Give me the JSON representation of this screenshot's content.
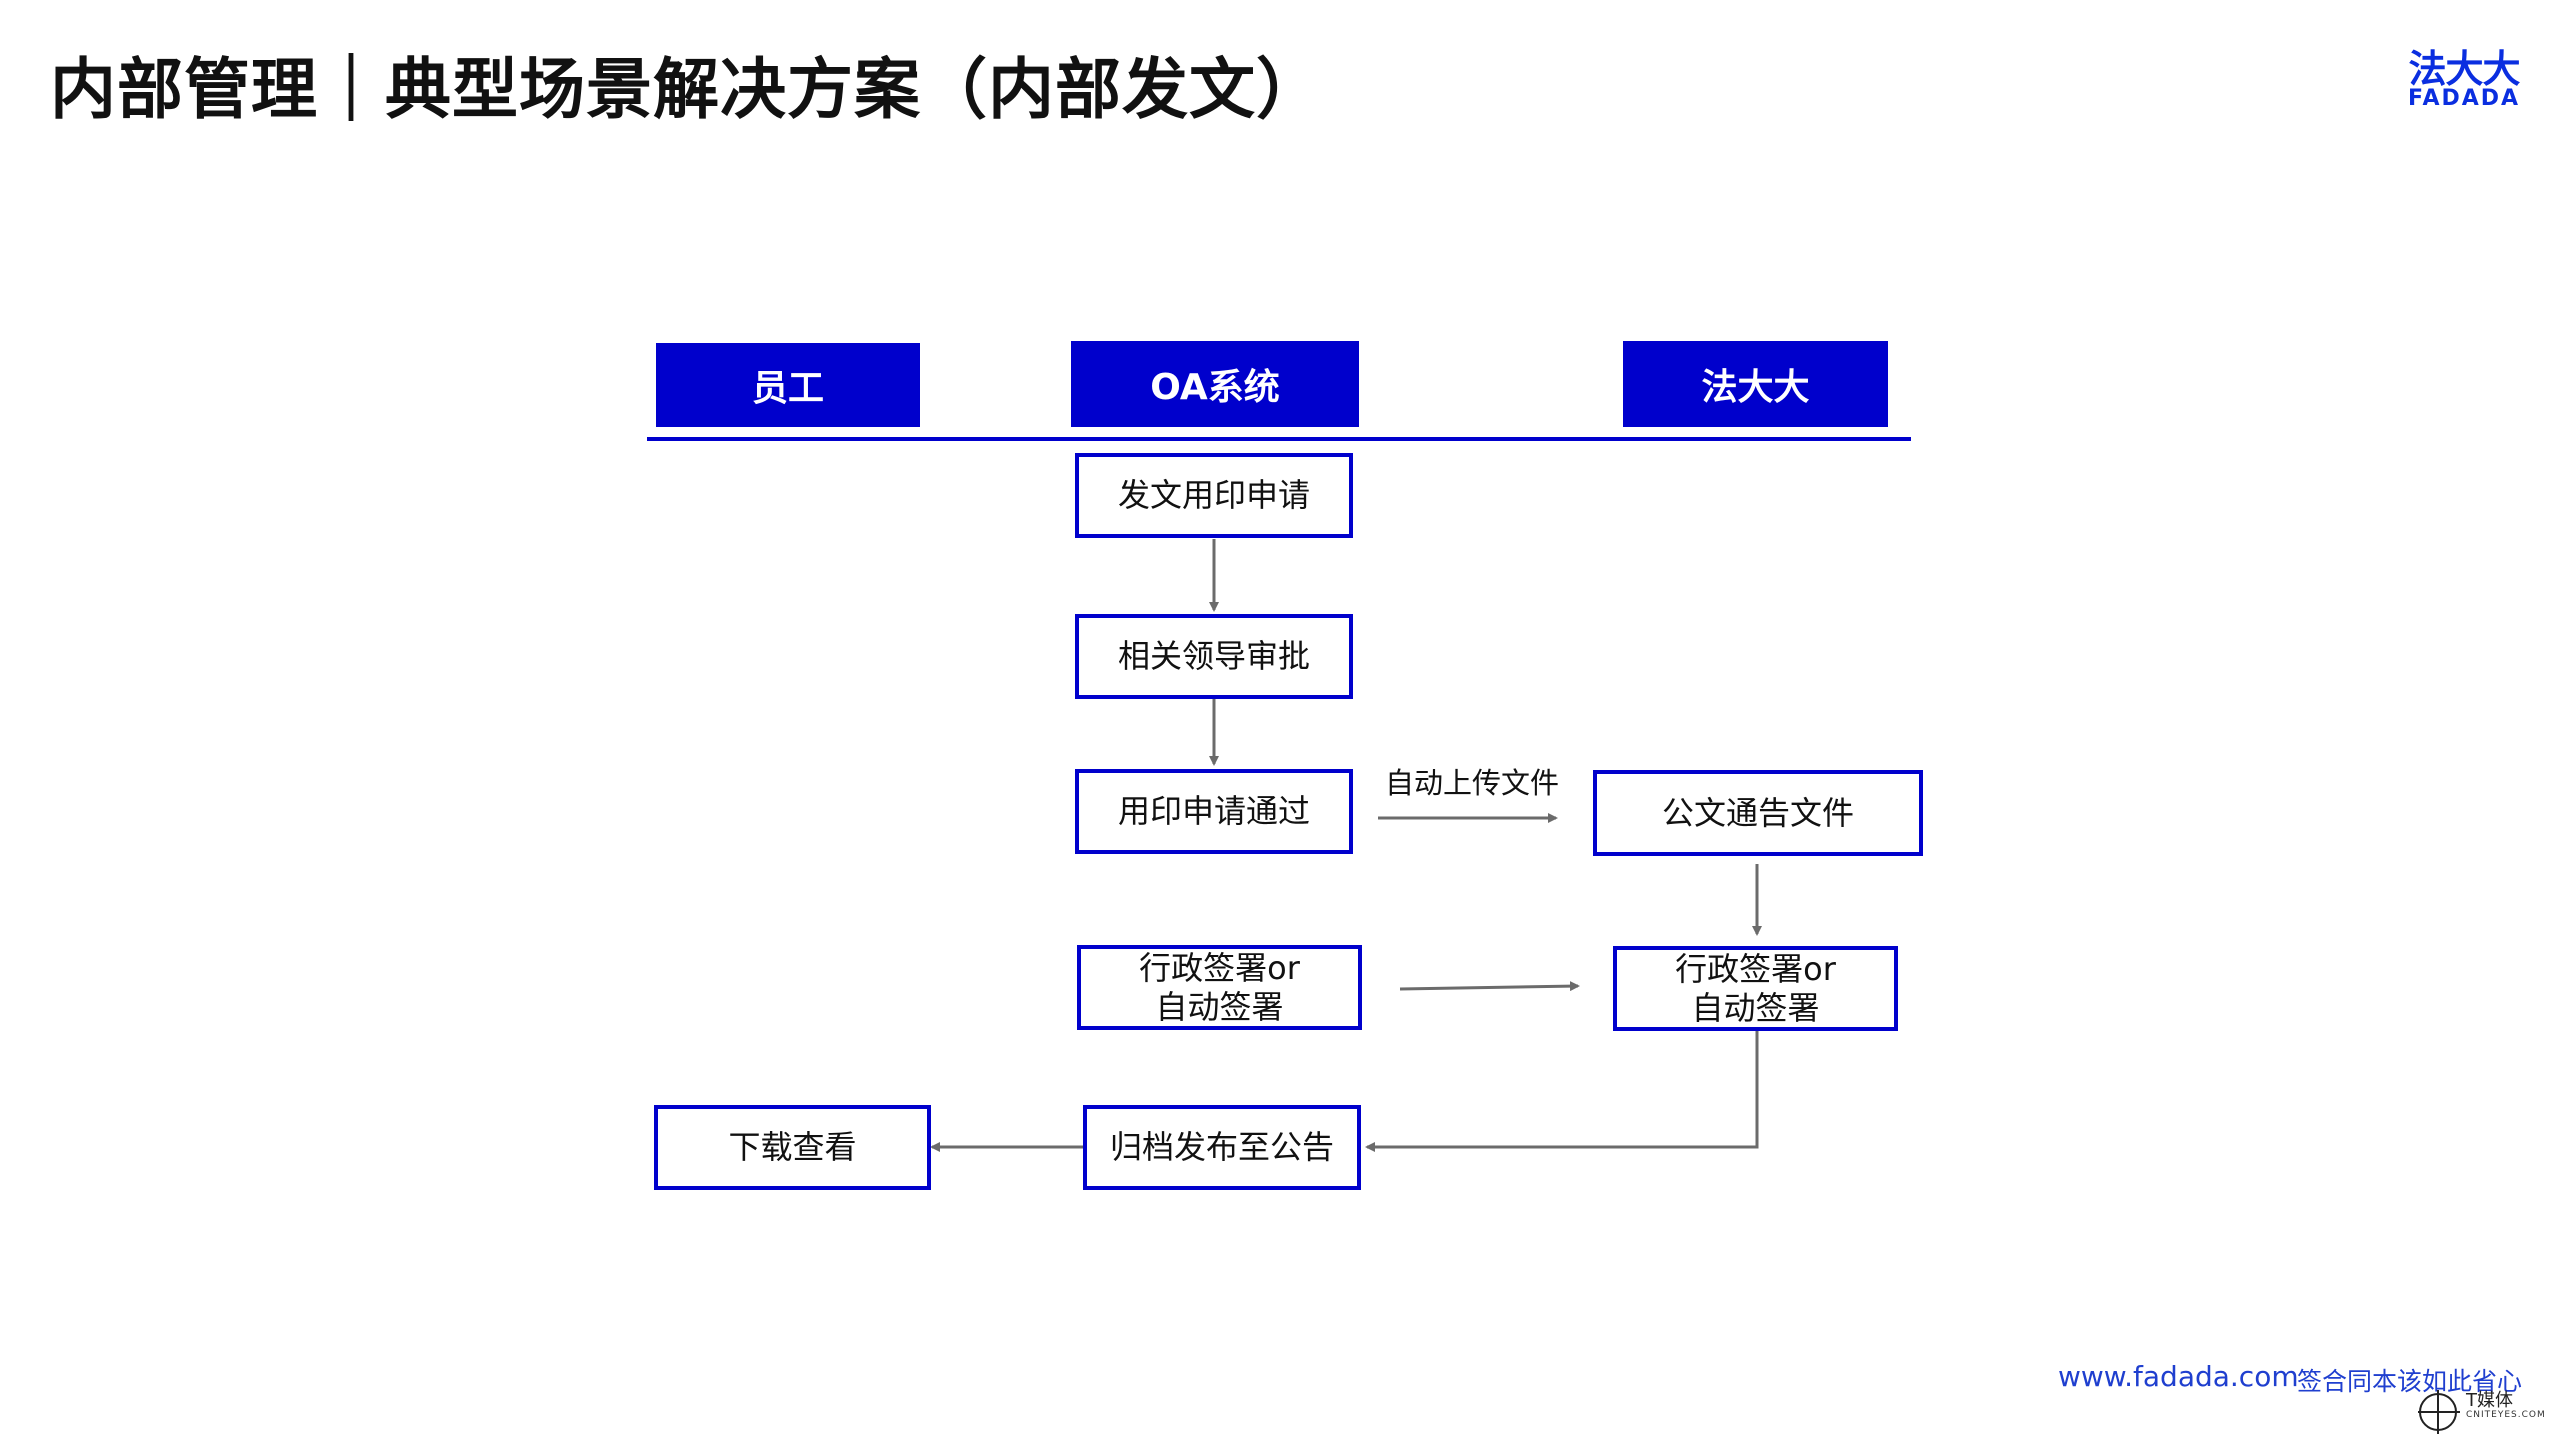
{
  "header": {
    "title": "内部管理｜典型场景解决方案（内部发文）",
    "logo_cn": "法大大",
    "logo_en": "FADADA"
  },
  "lanes": [
    "员工",
    "OA系统",
    "法大大"
  ],
  "boxes": {
    "apply": "发文用印申请",
    "approve": "相关领导审批",
    "passed": "用印申请通过",
    "notice": "公文通告文件",
    "sign_oa_line1": "行政签署or",
    "sign_oa_line2": "自动签署",
    "sign_fdd_line1": "行政签署or",
    "sign_fdd_line2": "自动签署",
    "archive": "归档发布至公告",
    "download": "下载查看"
  },
  "arrow_labels": {
    "upload": "自动上传文件"
  },
  "footer": {
    "url": "www.fadada.com",
    "slogan": "签合同本该如此省心",
    "watermark": "T媒体",
    "watermark_sub": "CNITEYES.COM"
  },
  "colors": {
    "accent": "#0000cc",
    "arrow": "#6b6b6b",
    "footer": "#1f3fcf"
  }
}
